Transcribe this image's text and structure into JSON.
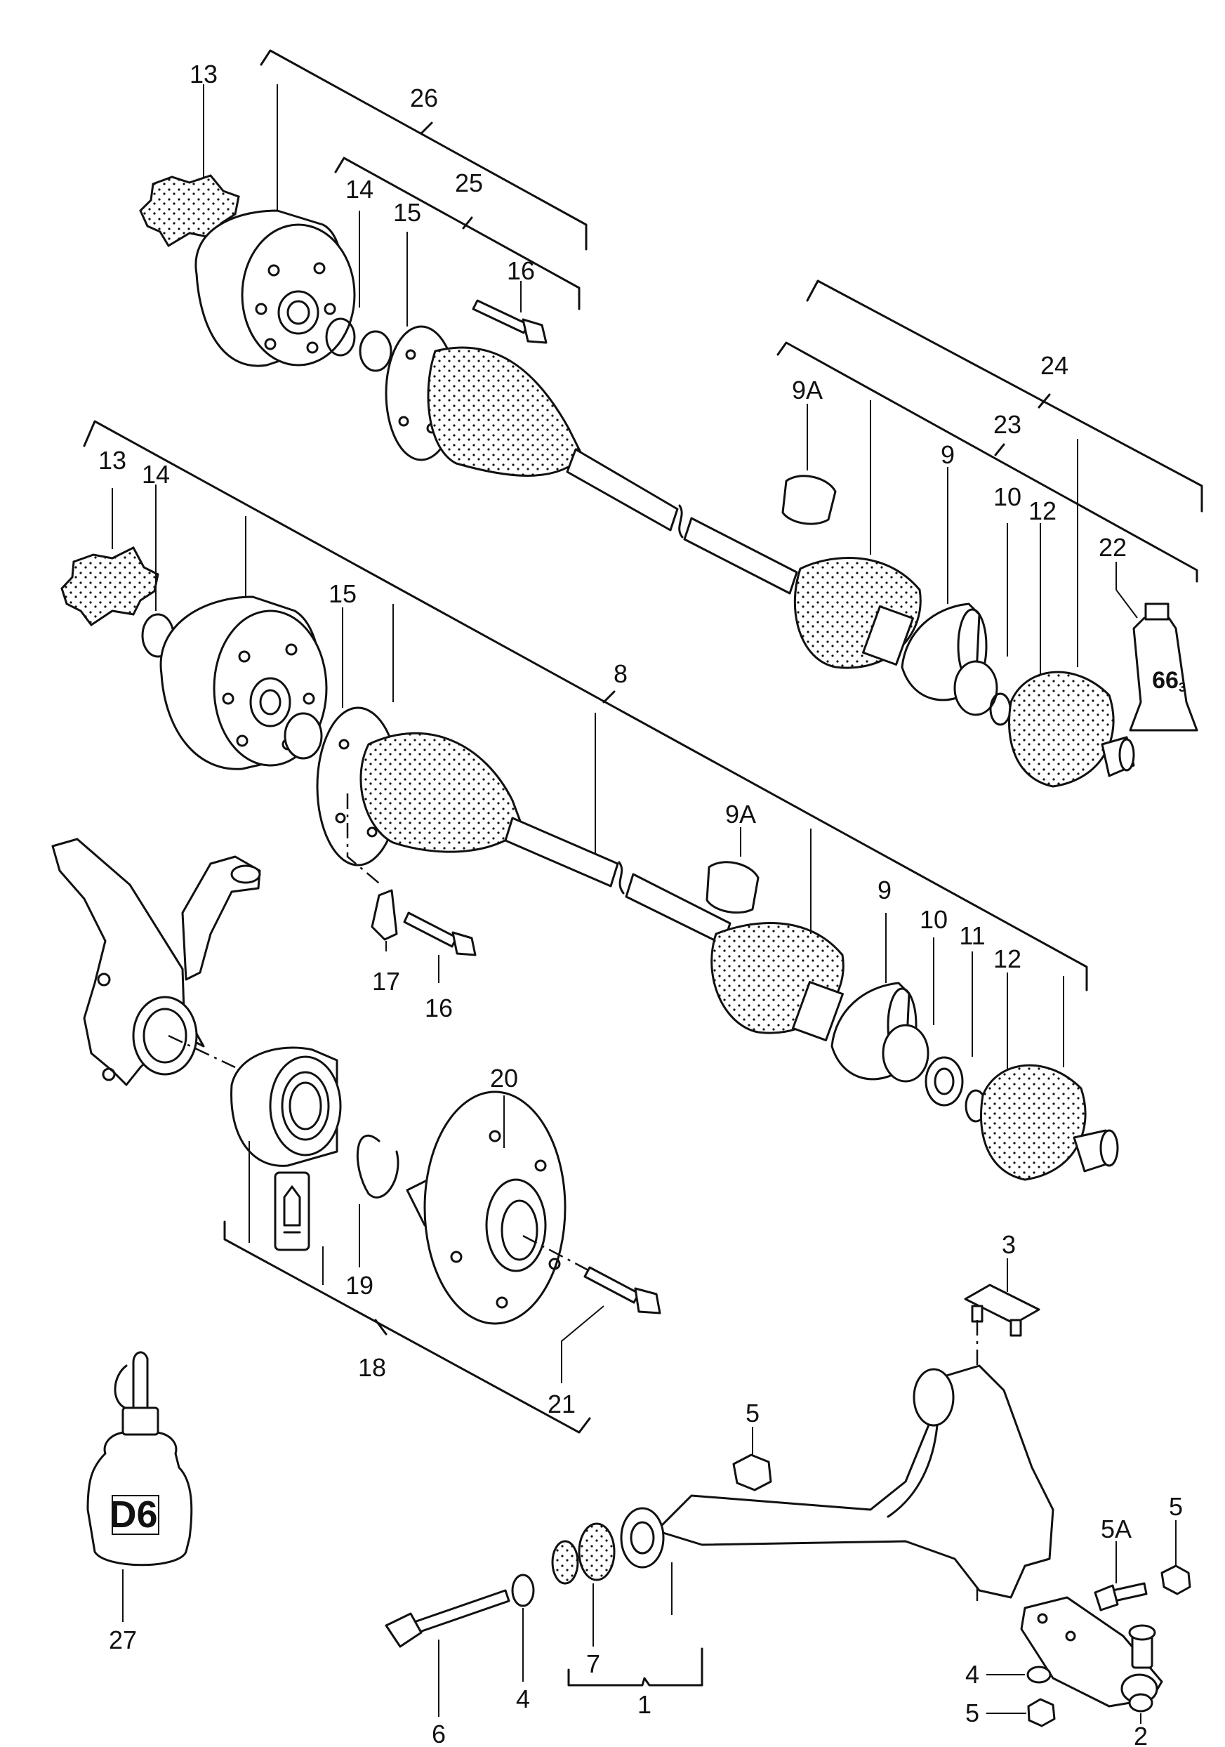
{
  "callouts": {
    "c13a": "13",
    "c26": "26",
    "c14a": "14",
    "c25": "25",
    "c15a": "15",
    "c16a": "16",
    "c24": "24",
    "c9Aa": "9A",
    "c23": "23",
    "c9a": "9",
    "c10a": "10",
    "c12a": "12",
    "c22": "22",
    "c13b": "13",
    "c14b": "14",
    "c15b": "15",
    "c8": "8",
    "c9Ab": "9A",
    "c9b": "9",
    "c10b": "10",
    "c11": "11",
    "c12b": "12",
    "c17": "17",
    "c16b": "16",
    "c20": "20",
    "c19": "19",
    "c18": "18",
    "c21": "21",
    "c3": "3",
    "c5a": "5",
    "c5b": "5",
    "c5A": "5A",
    "c27": "27",
    "c6": "6",
    "c4a": "4",
    "c7": "7",
    "c1": "1",
    "c4b": "4",
    "c5c": "5",
    "c2": "2"
  },
  "tube_label": "66",
  "tube_label_sub": "3",
  "bottle_label": "D6"
}
